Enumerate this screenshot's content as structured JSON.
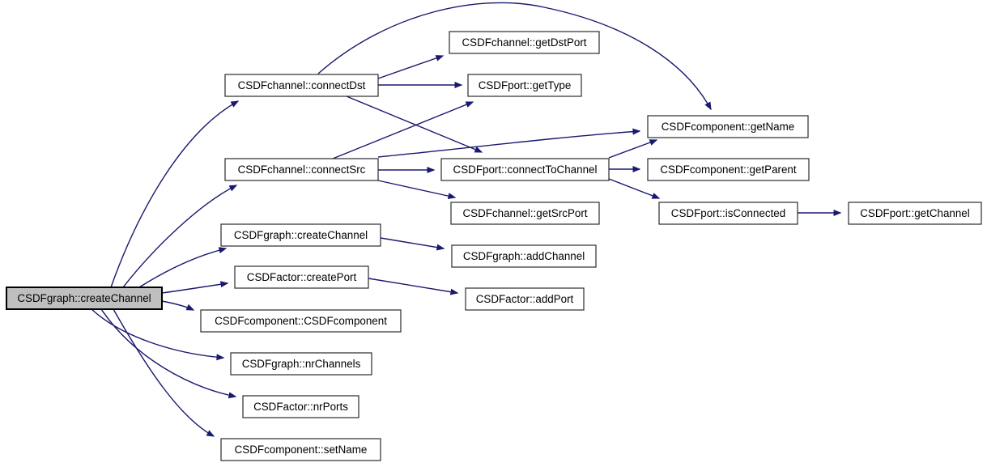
{
  "diagram": {
    "type": "call-graph",
    "root_function": "CSDFgraph::createChannel",
    "colors": {
      "background": "#ffffff",
      "edge": "#191970",
      "node_fill": "#ffffff",
      "node_border": "#2b2b2b",
      "root_fill": "#bfbfbf",
      "root_border": "#000000",
      "text": "#000000"
    },
    "nodes": [
      {
        "id": "root",
        "label": "CSDFgraph::createChannel",
        "kind": "root"
      },
      {
        "id": "connectDst",
        "label": "CSDFchannel::connectDst",
        "kind": "callee"
      },
      {
        "id": "getDstPort",
        "label": "CSDFchannel::getDstPort",
        "kind": "callee"
      },
      {
        "id": "getType",
        "label": "CSDFport::getType",
        "kind": "callee"
      },
      {
        "id": "connectSrc",
        "label": "CSDFchannel::connectSrc",
        "kind": "callee"
      },
      {
        "id": "connectToChannel",
        "label": "CSDFport::connectToChannel",
        "kind": "callee"
      },
      {
        "id": "getSrcPort",
        "label": "CSDFchannel::getSrcPort",
        "kind": "callee"
      },
      {
        "id": "getName",
        "label": "CSDFcomponent::getName",
        "kind": "callee"
      },
      {
        "id": "getParent",
        "label": "CSDFcomponent::getParent",
        "kind": "callee"
      },
      {
        "id": "isConnected",
        "label": "CSDFport::isConnected",
        "kind": "callee"
      },
      {
        "id": "getChannel",
        "label": "CSDFport::getChannel",
        "kind": "callee"
      },
      {
        "id": "createChannel",
        "label": "CSDFgraph::createChannel",
        "kind": "callee"
      },
      {
        "id": "addChannel",
        "label": "CSDFgraph::addChannel",
        "kind": "callee"
      },
      {
        "id": "createPort",
        "label": "CSDFactor::createPort",
        "kind": "callee"
      },
      {
        "id": "addPort",
        "label": "CSDFactor::addPort",
        "kind": "callee"
      },
      {
        "id": "CSDFcomponent",
        "label": "CSDFcomponent::CSDFcomponent",
        "kind": "callee"
      },
      {
        "id": "nrChannels",
        "label": "CSDFgraph::nrChannels",
        "kind": "callee"
      },
      {
        "id": "nrPorts",
        "label": "CSDFactor::nrPorts",
        "kind": "callee"
      },
      {
        "id": "setName",
        "label": "CSDFcomponent::setName",
        "kind": "callee"
      }
    ],
    "edges": [
      {
        "from": "root",
        "to": "connectDst"
      },
      {
        "from": "root",
        "to": "connectSrc"
      },
      {
        "from": "root",
        "to": "createChannel"
      },
      {
        "from": "root",
        "to": "createPort"
      },
      {
        "from": "root",
        "to": "CSDFcomponent"
      },
      {
        "from": "root",
        "to": "nrChannels"
      },
      {
        "from": "root",
        "to": "nrPorts"
      },
      {
        "from": "root",
        "to": "setName"
      },
      {
        "from": "connectDst",
        "to": "getDstPort"
      },
      {
        "from": "connectDst",
        "to": "getType"
      },
      {
        "from": "connectDst",
        "to": "connectToChannel"
      },
      {
        "from": "connectDst",
        "to": "getName"
      },
      {
        "from": "connectSrc",
        "to": "getType"
      },
      {
        "from": "connectSrc",
        "to": "getName"
      },
      {
        "from": "connectSrc",
        "to": "connectToChannel"
      },
      {
        "from": "connectSrc",
        "to": "getSrcPort"
      },
      {
        "from": "connectToChannel",
        "to": "getName"
      },
      {
        "from": "connectToChannel",
        "to": "getParent"
      },
      {
        "from": "connectToChannel",
        "to": "isConnected"
      },
      {
        "from": "isConnected",
        "to": "getChannel"
      },
      {
        "from": "createChannel",
        "to": "addChannel"
      },
      {
        "from": "createPort",
        "to": "addPort"
      }
    ]
  }
}
